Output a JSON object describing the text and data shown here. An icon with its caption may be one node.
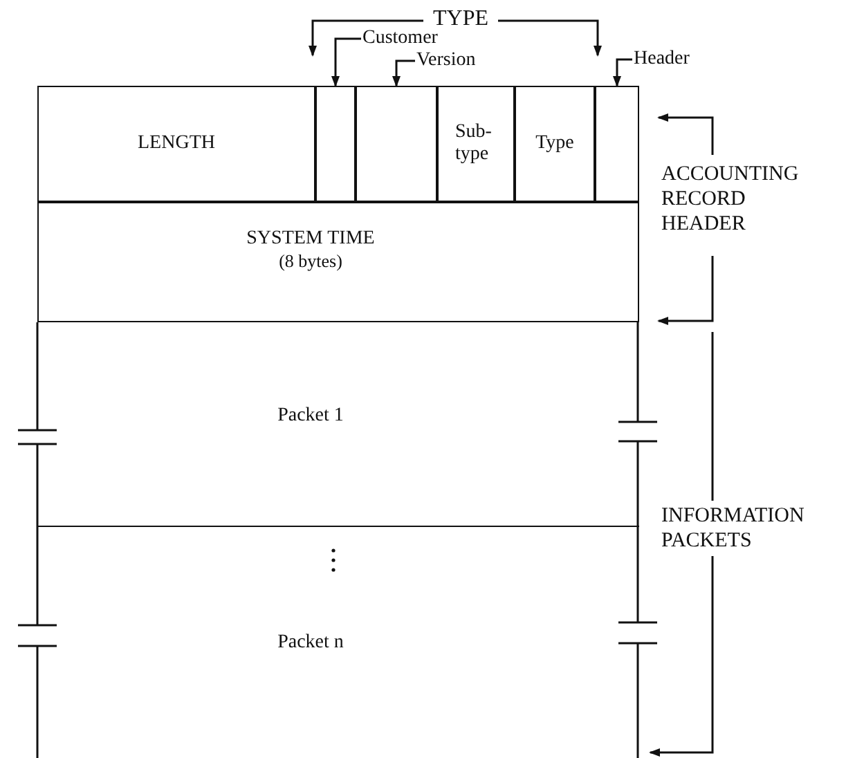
{
  "diagram": {
    "nodes": [
      {
        "text": [
          "LENGTH"
        ]
      },
      {
        "text": [],
        "shape": "box"
      },
      {
        "text": [],
        "shape": "box"
      },
      {
        "text": [
          "Sub-type"
        ]
      },
      {
        "text": [
          "Type"
        ]
      },
      {
        "text": [],
        "shape": "box"
      },
      {
        "text": [
          "SYSTEM TIME",
          "(8 bytes)"
        ]
      },
      {
        "text": [
          "Packet 1"
        ]
      },
      {
        "text": [
          "Packet n"
        ]
      },
      {
        "text": [
          "Customer"
        ]
      },
      {
        "text": [
          "Version"
        ]
      },
      {
        "text": [
          "Header"
        ]
      }
    ],
    "edges": [
      {
        "from": 9,
        "to": 1,
        "arrow": "to"
      },
      {
        "from": 10,
        "to": 2,
        "arrow": "to"
      },
      {
        "from": 11,
        "to": 5,
        "arrow": "to"
      }
    ],
    "labels": [
      "TYPE",
      "ACCOUNTING RECORD HEADER",
      "INFORMATION PACKETS"
    ]
  }
}
